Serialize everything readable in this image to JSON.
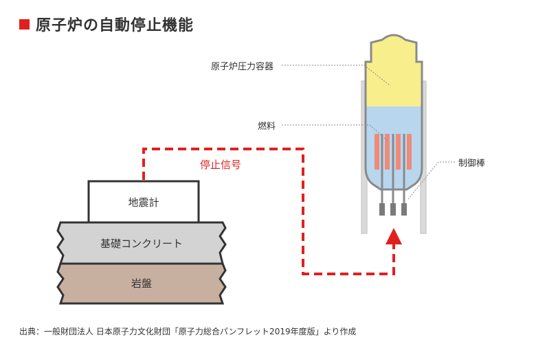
{
  "title": "原子炉の自動停止機能",
  "labels": {
    "vessel": "原子炉圧力容器",
    "fuel": "燃料",
    "control_rods": "制御棒",
    "stop_signal": "停止信号",
    "seismometer": "地震計",
    "foundation": "基礎コンクリート",
    "bedrock": "岩盤"
  },
  "source": "出典：一般財団法人 日本原子力文化財団「原子力総合パンフレット2019年度版」より作成",
  "colors": {
    "accent": "#e02020",
    "vessel_top": "#f8ee8c",
    "vessel_bottom": "#b8d6ee",
    "fuel_rods": "#f08a78",
    "foundation": "#d3d3d3",
    "bedrock": "#c8b0a0"
  }
}
